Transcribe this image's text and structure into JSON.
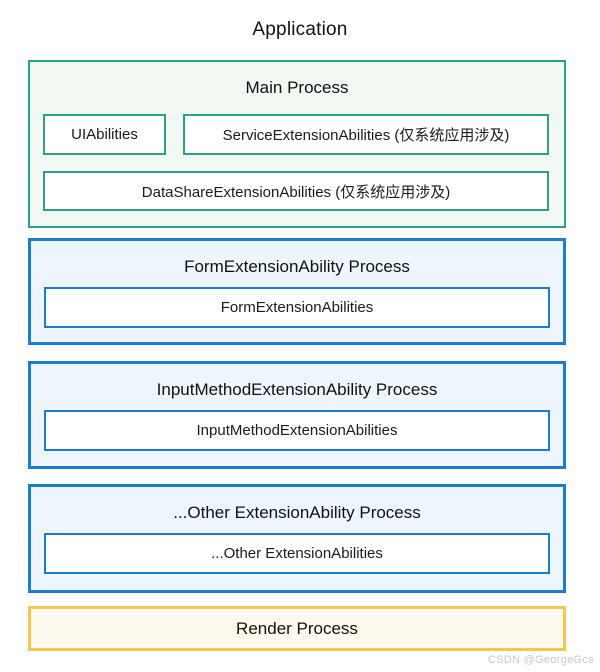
{
  "page": {
    "title": "Application",
    "watermark": "CSDN @GeorgeGcs"
  },
  "colors": {
    "teal_border": "#2ba187",
    "teal_bg": "#f1f9f2",
    "blue_border": "#1c7cd2",
    "blue_bg": "#eef6fd",
    "yellow_border": "#f5c84d",
    "yellow_bg": "#fffaef",
    "text": "#1a1a1a",
    "watermark_gray": "#c9c9c9"
  },
  "main_process": {
    "title": "Main Process",
    "boxes": [
      "UIAbilities",
      "ServiceExtensionAbilities (仅系统应用涉及)",
      "DataShareExtensionAbilities (仅系统应用涉及)"
    ]
  },
  "processes": [
    {
      "title": "FormExtensionAbility Process",
      "box": "FormExtensionAbilities"
    },
    {
      "title": "InputMethodExtensionAbility Process",
      "box": "InputMethodExtensionAbilities"
    },
    {
      "title": "...Other ExtensionAbility Process",
      "box": "...Other ExtensionAbilities"
    }
  ],
  "render_process": {
    "title": "Render Process"
  }
}
